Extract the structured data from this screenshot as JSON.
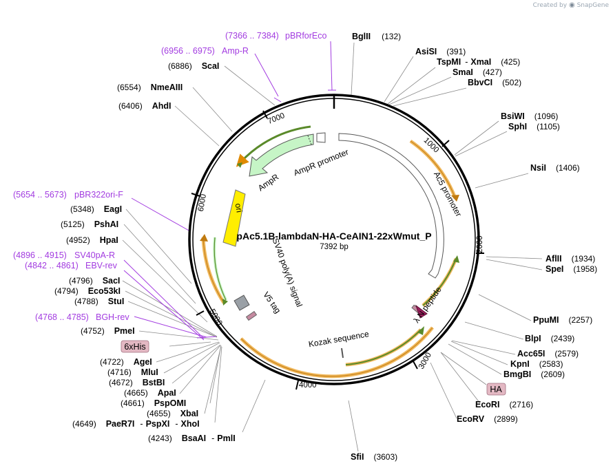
{
  "brand": {
    "created_by": "Created by",
    "name": "SnapGene",
    "logo_icon": "snapgene-logo-icon"
  },
  "plasmid": {
    "name": "pAc5.1B-lambdaN-HA-CeAIN1-22xWmut_P",
    "length_label": "7392 bp",
    "length": 7392
  },
  "colors": {
    "backbone": "#000000",
    "primer": "#a23be0",
    "ampr": "#c6f5c6",
    "ori": "#ffee00",
    "orf": "#f0b85c",
    "orf_inner": "#5a8a2a",
    "tag_bg": "#e3b8c3"
  },
  "ticks": [
    "1000",
    "2000",
    "3000",
    "4000",
    "5000",
    "6000",
    "7000"
  ],
  "enzymes": [
    {
      "name": "BglII",
      "pos": "(132)"
    },
    {
      "name": "AsiSI",
      "pos": "(391)"
    },
    {
      "name": "TspMI",
      "sep": "-",
      "name2": "XmaI",
      "pos": "(425)"
    },
    {
      "name": "SmaI",
      "pos": "(427)"
    },
    {
      "name": "BbvCI",
      "pos": "(502)"
    },
    {
      "name": "BsiWI",
      "pos": "(1096)"
    },
    {
      "name": "SphI",
      "pos": "(1105)"
    },
    {
      "name": "NsiI",
      "pos": "(1406)"
    },
    {
      "name": "AflII",
      "pos": "(1934)"
    },
    {
      "name": "SpeI",
      "pos": "(1958)"
    },
    {
      "name": "PpuMI",
      "pos": "(2257)"
    },
    {
      "name": "BlpI",
      "pos": "(2439)"
    },
    {
      "name": "Acc65I",
      "pos": "(2579)"
    },
    {
      "name": "KpnI",
      "pos": "(2583)"
    },
    {
      "name": "BmgBI",
      "pos": "(2609)"
    },
    {
      "name": "EcoRI",
      "pos": "(2716)"
    },
    {
      "name": "EcoRV",
      "pos": "(2899)"
    },
    {
      "name": "SfiI",
      "pos": "(3603)"
    },
    {
      "name": "BsaAI",
      "sep": "-",
      "name2": "PmlI",
      "pos": "(4243)"
    },
    {
      "name": "PaeR7I",
      "sep": "-",
      "name2": "PspXI",
      "sep2": "-",
      "name3": "XhoI",
      "pos": "(4649)"
    },
    {
      "name": "XbaI",
      "pos": "(4655)"
    },
    {
      "name": "PspOMI",
      "pos": "(4661)"
    },
    {
      "name": "ApaI",
      "pos": "(4665)"
    },
    {
      "name": "BstBI",
      "pos": "(4672)"
    },
    {
      "name": "MluI",
      "pos": "(4716)"
    },
    {
      "name": "AgeI",
      "pos": "(4722)"
    },
    {
      "name": "PmeI",
      "pos": "(4752)"
    },
    {
      "name": "StuI",
      "pos": "(4788)"
    },
    {
      "name": "Eco53kI",
      "pos": "(4794)"
    },
    {
      "name": "SacI",
      "pos": "(4796)"
    },
    {
      "name": "HpaI",
      "pos": "(4952)"
    },
    {
      "name": "PshAI",
      "pos": "(5125)"
    },
    {
      "name": "EagI",
      "pos": "(5348)"
    },
    {
      "name": "AhdI",
      "pos": "(6406)"
    },
    {
      "name": "NmeAIII",
      "pos": "(6554)"
    },
    {
      "name": "ScaI",
      "pos": "(6886)"
    }
  ],
  "primers": [
    {
      "range": "(7366 .. 7384)",
      "name": "pBRforEco"
    },
    {
      "range": "(6956 .. 6975)",
      "name": "Amp-R"
    },
    {
      "range": "(5654 .. 5673)",
      "name": "pBR322ori-F"
    },
    {
      "range": "(4896 .. 4915)",
      "name": "SV40pA-R"
    },
    {
      "range": "(4842 .. 4861)",
      "name": "EBV-rev"
    },
    {
      "range": "(4768 .. 4785)",
      "name": "BGH-rev"
    }
  ],
  "tags": [
    "6xHis",
    "HA"
  ],
  "features": [
    "AmpR promoter",
    "AmpR",
    "ori",
    "Ac5 promoter",
    "SV40 poly(A) signal",
    "V5 tag",
    "λ N peptide",
    "Kozak sequence"
  ]
}
